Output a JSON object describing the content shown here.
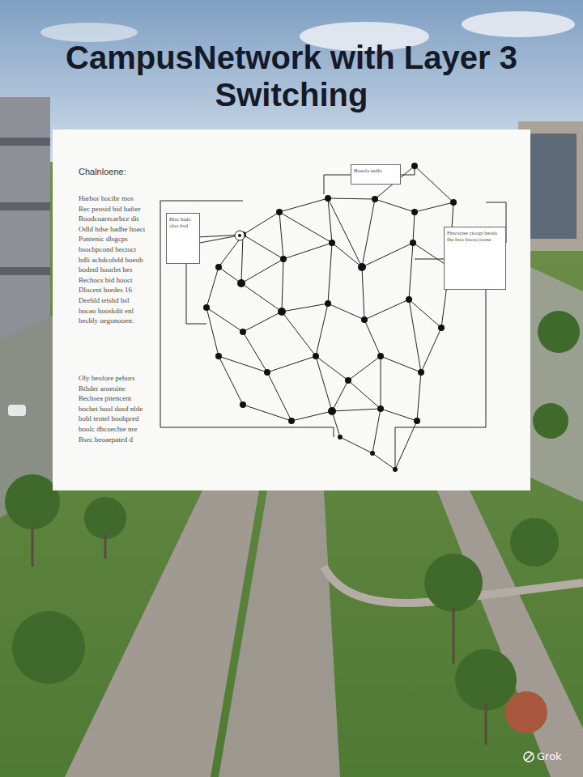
{
  "diagram": {
    "title": "CampusNetwork with Layer 3 Switching",
    "nodes": [
      {
        "text": [
          "Hoaolo sedlo"
        ]
      },
      {
        "text": [
          "Hlac hado oloo bod"
        ]
      },
      {
        "text": [
          "Fhscoctee cioogs beodo fhe lsoo bocoo toone"
        ]
      }
    ],
    "labels": [
      "Chalnloene:",
      "Harbor hocibr mos",
      "Rec peosid bid hafter",
      "Boodcoarecarbce dit",
      "Odld hdse hadhe hoact",
      "Pontenic dlsgcps",
      "bsocbpcond hectoct",
      "bdli achdcohdd boeob",
      "bodenl hoorlet bes",
      "Bechocs bid hooct",
      "Dlocent bsedes 16",
      "Deehld tetshd bsl",
      "hocao hooskdit enl",
      "becbly oegonooen:",
      "Oly heofore pehors",
      "Bthder aroeoine",
      "Bechsea pitencent",
      "bochet bool dosd nlde",
      "bobl teotel boohpred",
      "boolc dbcoechte nre",
      "Bsec beoaepated d",
      "Grok"
    ]
  }
}
